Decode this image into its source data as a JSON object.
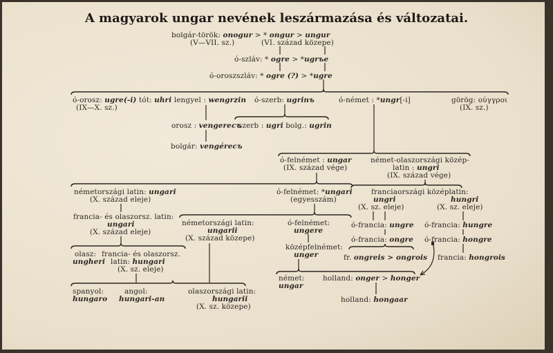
{
  "title": "A magyarok ungar nevének leszármazása és változatai.",
  "nodes": {
    "bt": [
      {
        "t": "bolgár-török: "
      },
      {
        "t": "onogur",
        "i": 1
      },
      {
        "t": " >  * "
      },
      {
        "t": "ongur",
        "i": 1
      },
      {
        "t": " > "
      },
      {
        "t": "ungur",
        "i": 1
      }
    ],
    "bt_a": [
      {
        "t": "(V—VII. sz.)"
      }
    ],
    "bt_b": [
      {
        "t": "(VI. század közepe)"
      }
    ],
    "osz": [
      {
        "t": "ó-szláv: * "
      },
      {
        "t": "ogre",
        "i": 1
      },
      {
        "t": "  >  *"
      },
      {
        "t": "ugrъe",
        "i": 1
      }
    ],
    "ooszl": [
      {
        "t": "ó-oroszszláv: * "
      },
      {
        "t": "ogre (?)",
        "i": 1
      },
      {
        "t": "  >  *"
      },
      {
        "t": "ugre",
        "i": 1
      }
    ],
    "oor": [
      {
        "t": "ó-orosz: "
      },
      {
        "t": "ugre(-i)",
        "i": 1
      },
      {
        "t": " tót: "
      },
      {
        "t": "uhri",
        "i": 1
      },
      {
        "t": " lengyel : "
      },
      {
        "t": "wengrzin",
        "i": 1
      }
    ],
    "oor_d": [
      {
        "t": "(IX—X. sz.)"
      }
    ],
    "oszerb": [
      {
        "t": "ó-szerb: "
      },
      {
        "t": "ugrinъ",
        "i": 1
      }
    ],
    "onem": [
      {
        "t": "ó-német : *"
      },
      {
        "t": "ungr",
        "i": 1
      },
      {
        "t": "[-i]"
      }
    ],
    "gorog": [
      {
        "t": "görög: "
      },
      {
        "t": "ούγγροι"
      }
    ],
    "gorog_d": [
      {
        "t": "(IX. sz.)"
      }
    ],
    "orosz": [
      {
        "t": "orosz : "
      },
      {
        "t": "vengerecъ",
        "i": 1
      }
    ],
    "szerb": [
      {
        "t": "szerb : "
      },
      {
        "t": "ugri",
        "i": 1
      },
      {
        "t": " bolg.: "
      },
      {
        "t": "ugrin",
        "i": 1
      }
    ],
    "bolgar": [
      {
        "t": "bolgár: "
      },
      {
        "t": "vengérecъ",
        "i": 1
      }
    ],
    "ofn1": [
      {
        "t": "ó-felnémet : "
      },
      {
        "t": "ungar",
        "i": 1
      }
    ],
    "ofn1_d": [
      {
        "t": "(IX. század vége)"
      }
    ],
    "nol1": [
      {
        "t": "német-olaszországi közép-"
      }
    ],
    "nol2": [
      {
        "t": "latin : "
      },
      {
        "t": "ungri",
        "i": 1
      }
    ],
    "nol_d": [
      {
        "t": "(IX. század vége)"
      }
    ],
    "nl1": [
      {
        "t": "németországi latin: "
      },
      {
        "t": "ungari",
        "i": 1
      }
    ],
    "nl1_d": [
      {
        "t": "(X. század eleje)"
      }
    ],
    "ofn2": [
      {
        "t": "ó-felnémet: *"
      },
      {
        "t": "ungari",
        "i": 1
      }
    ],
    "ofn2_d": [
      {
        "t": "(egyesszám)"
      }
    ],
    "fk": [
      {
        "t": "franciaországi középlatin:"
      }
    ],
    "fk_a": [
      {
        "t": "ungri",
        "i": 1
      }
    ],
    "fk_b": [
      {
        "t": "hungri",
        "i": 1
      }
    ],
    "fk_ad": [
      {
        "t": "(X. sz. eleje)"
      }
    ],
    "fk_bd": [
      {
        "t": "(X. sz. eleje)"
      }
    ],
    "fol1": [
      {
        "t": "francia- és olaszorsz. latin:"
      }
    ],
    "fol1_f": [
      {
        "t": "ungari",
        "i": 1
      }
    ],
    "fol1_d": [
      {
        "t": "(X. század eleje)"
      }
    ],
    "nl2": [
      {
        "t": "németországi latin:"
      }
    ],
    "nl2_f": [
      {
        "t": "ungarii",
        "i": 1
      }
    ],
    "nl2_d": [
      {
        "t": "(X. század közepe)"
      }
    ],
    "ofn3": [
      {
        "t": "ó-felnémet:"
      }
    ],
    "ofn3_f": [
      {
        "t": "ungere",
        "i": 1
      }
    ],
    "ofr1": [
      {
        "t": "ó-francia: "
      },
      {
        "t": "ungre",
        "i": 1
      }
    ],
    "ofr2": [
      {
        "t": "ó-francia: "
      },
      {
        "t": "ongre",
        "i": 1
      }
    ],
    "ofr3": [
      {
        "t": "ó-francia: "
      },
      {
        "t": "hungre",
        "i": 1
      }
    ],
    "ofr4": [
      {
        "t": "ó-francia: "
      },
      {
        "t": "hongre",
        "i": 1
      }
    ],
    "olasz": [
      {
        "t": "olasz:"
      }
    ],
    "olasz_f": [
      {
        "t": "ungheri",
        "i": 1
      }
    ],
    "fol2": [
      {
        "t": "francia- és olaszorsz."
      }
    ],
    "fol2_f": [
      {
        "t": "latin: "
      },
      {
        "t": "hungari",
        "i": 1
      }
    ],
    "fol2_d": [
      {
        "t": "(X. sz. eleje)"
      }
    ],
    "kfn": [
      {
        "t": "középfelnémet:"
      }
    ],
    "kfn_f": [
      {
        "t": "unger",
        "i": 1
      }
    ],
    "fr": [
      {
        "t": "fr. "
      },
      {
        "t": "ongreis > ongrois",
        "i": 1
      }
    ],
    "francia": [
      {
        "t": "francia: "
      },
      {
        "t": "hongrois",
        "i": 1
      }
    ],
    "nemet": [
      {
        "t": "német:"
      }
    ],
    "nemet_f": [
      {
        "t": "ungar",
        "i": 1
      }
    ],
    "holl1": [
      {
        "t": "holland: "
      },
      {
        "t": "onger",
        "i": 1
      },
      {
        "t": "  >  "
      },
      {
        "t": "honger",
        "i": 1
      }
    ],
    "holl2": [
      {
        "t": "holland: "
      },
      {
        "t": "hongaar",
        "i": 1
      }
    ],
    "spanyol": [
      {
        "t": "spanyol:"
      }
    ],
    "spanyol_f": [
      {
        "t": "hungaro",
        "i": 1
      }
    ],
    "angol": [
      {
        "t": "angol:"
      }
    ],
    "angol_f": [
      {
        "t": "hungari-an",
        "i": 1
      }
    ],
    "oll": [
      {
        "t": "olaszországi latin:"
      }
    ],
    "oll_f": [
      {
        "t": "hungarii",
        "i": 1
      }
    ],
    "oll_d": [
      {
        "t": "(X. sz. közepe)"
      }
    ]
  }
}
